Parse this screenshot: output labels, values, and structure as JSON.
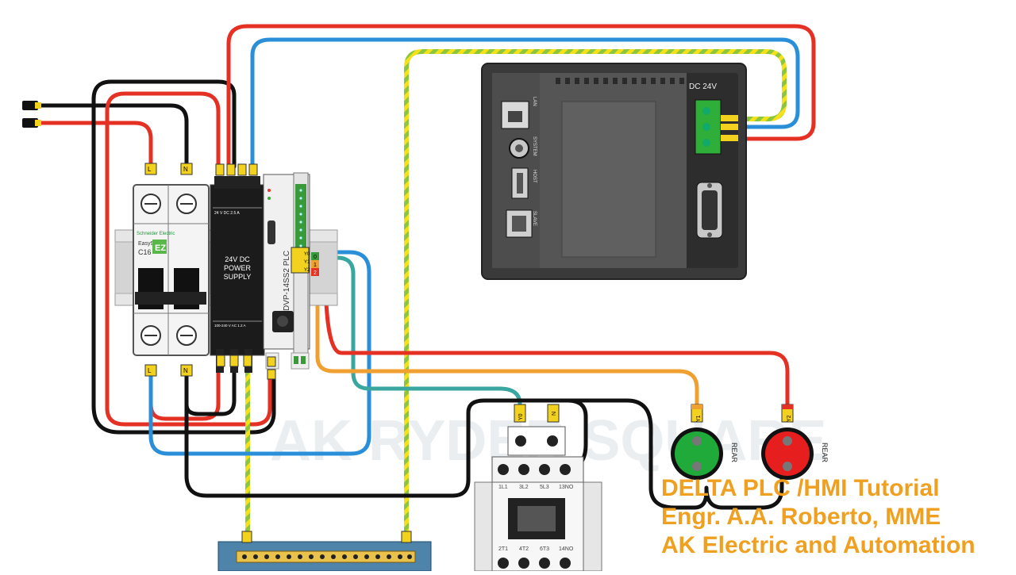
{
  "breaker": {
    "brand": "Schneider Electric",
    "series": "Easy9",
    "rating": "C16",
    "badge": "EZ",
    "top_terminals": [
      "L",
      "N"
    ],
    "bottom_terminals": [
      "L",
      "N"
    ]
  },
  "power_supply": {
    "label_line1": "24V DC",
    "label_line2": "POWER",
    "label_line3": "SUPPLY",
    "output_rating": "24 V DC   2.5 A",
    "input_rating": "100-240 V AC 1.2 A"
  },
  "plc": {
    "model": "DVP-14SS2 PLC",
    "output_terminals": [
      "Y0",
      "Y1",
      "Y2"
    ],
    "output_markers": [
      "0",
      "1",
      "2"
    ]
  },
  "hmi": {
    "power_label": "DC  24V",
    "port_labels": [
      "LAN",
      "SYSTEM",
      "HOST",
      "SLAVE"
    ]
  },
  "contactor": {
    "terminals_top": [
      "1L1",
      "3L2",
      "5L3",
      "13NO"
    ],
    "terminals_bottom": [
      "2T1",
      "4T2",
      "6T3",
      "14NO"
    ],
    "coil_labels": [
      "Y0",
      "N"
    ]
  },
  "lamps": [
    {
      "wire_label": "Y1",
      "side_label": "REAR",
      "color": "#1faa3a"
    },
    {
      "wire_label": "Y2",
      "side_label": "REAR",
      "color": "#e61e1e"
    }
  ],
  "watermark": "AK RYDER SQUARE",
  "overlay": {
    "line1": "DELTA PLC /HMI Tutorial",
    "line2": "Engr. A.A. Roberto, MME",
    "line3": "AK Electric and Automation"
  },
  "colors": {
    "live": "#e53024",
    "neutral": "#111111",
    "dc_positive": "#e53024",
    "dc_negative": "#2a8fd8",
    "earth_green": "#8cc63f",
    "earth_yellow": "#f4e11a",
    "y0_wire": "#3aa6a0",
    "y1_wire": "#f0a030",
    "overlay_text": "#f0a020"
  }
}
